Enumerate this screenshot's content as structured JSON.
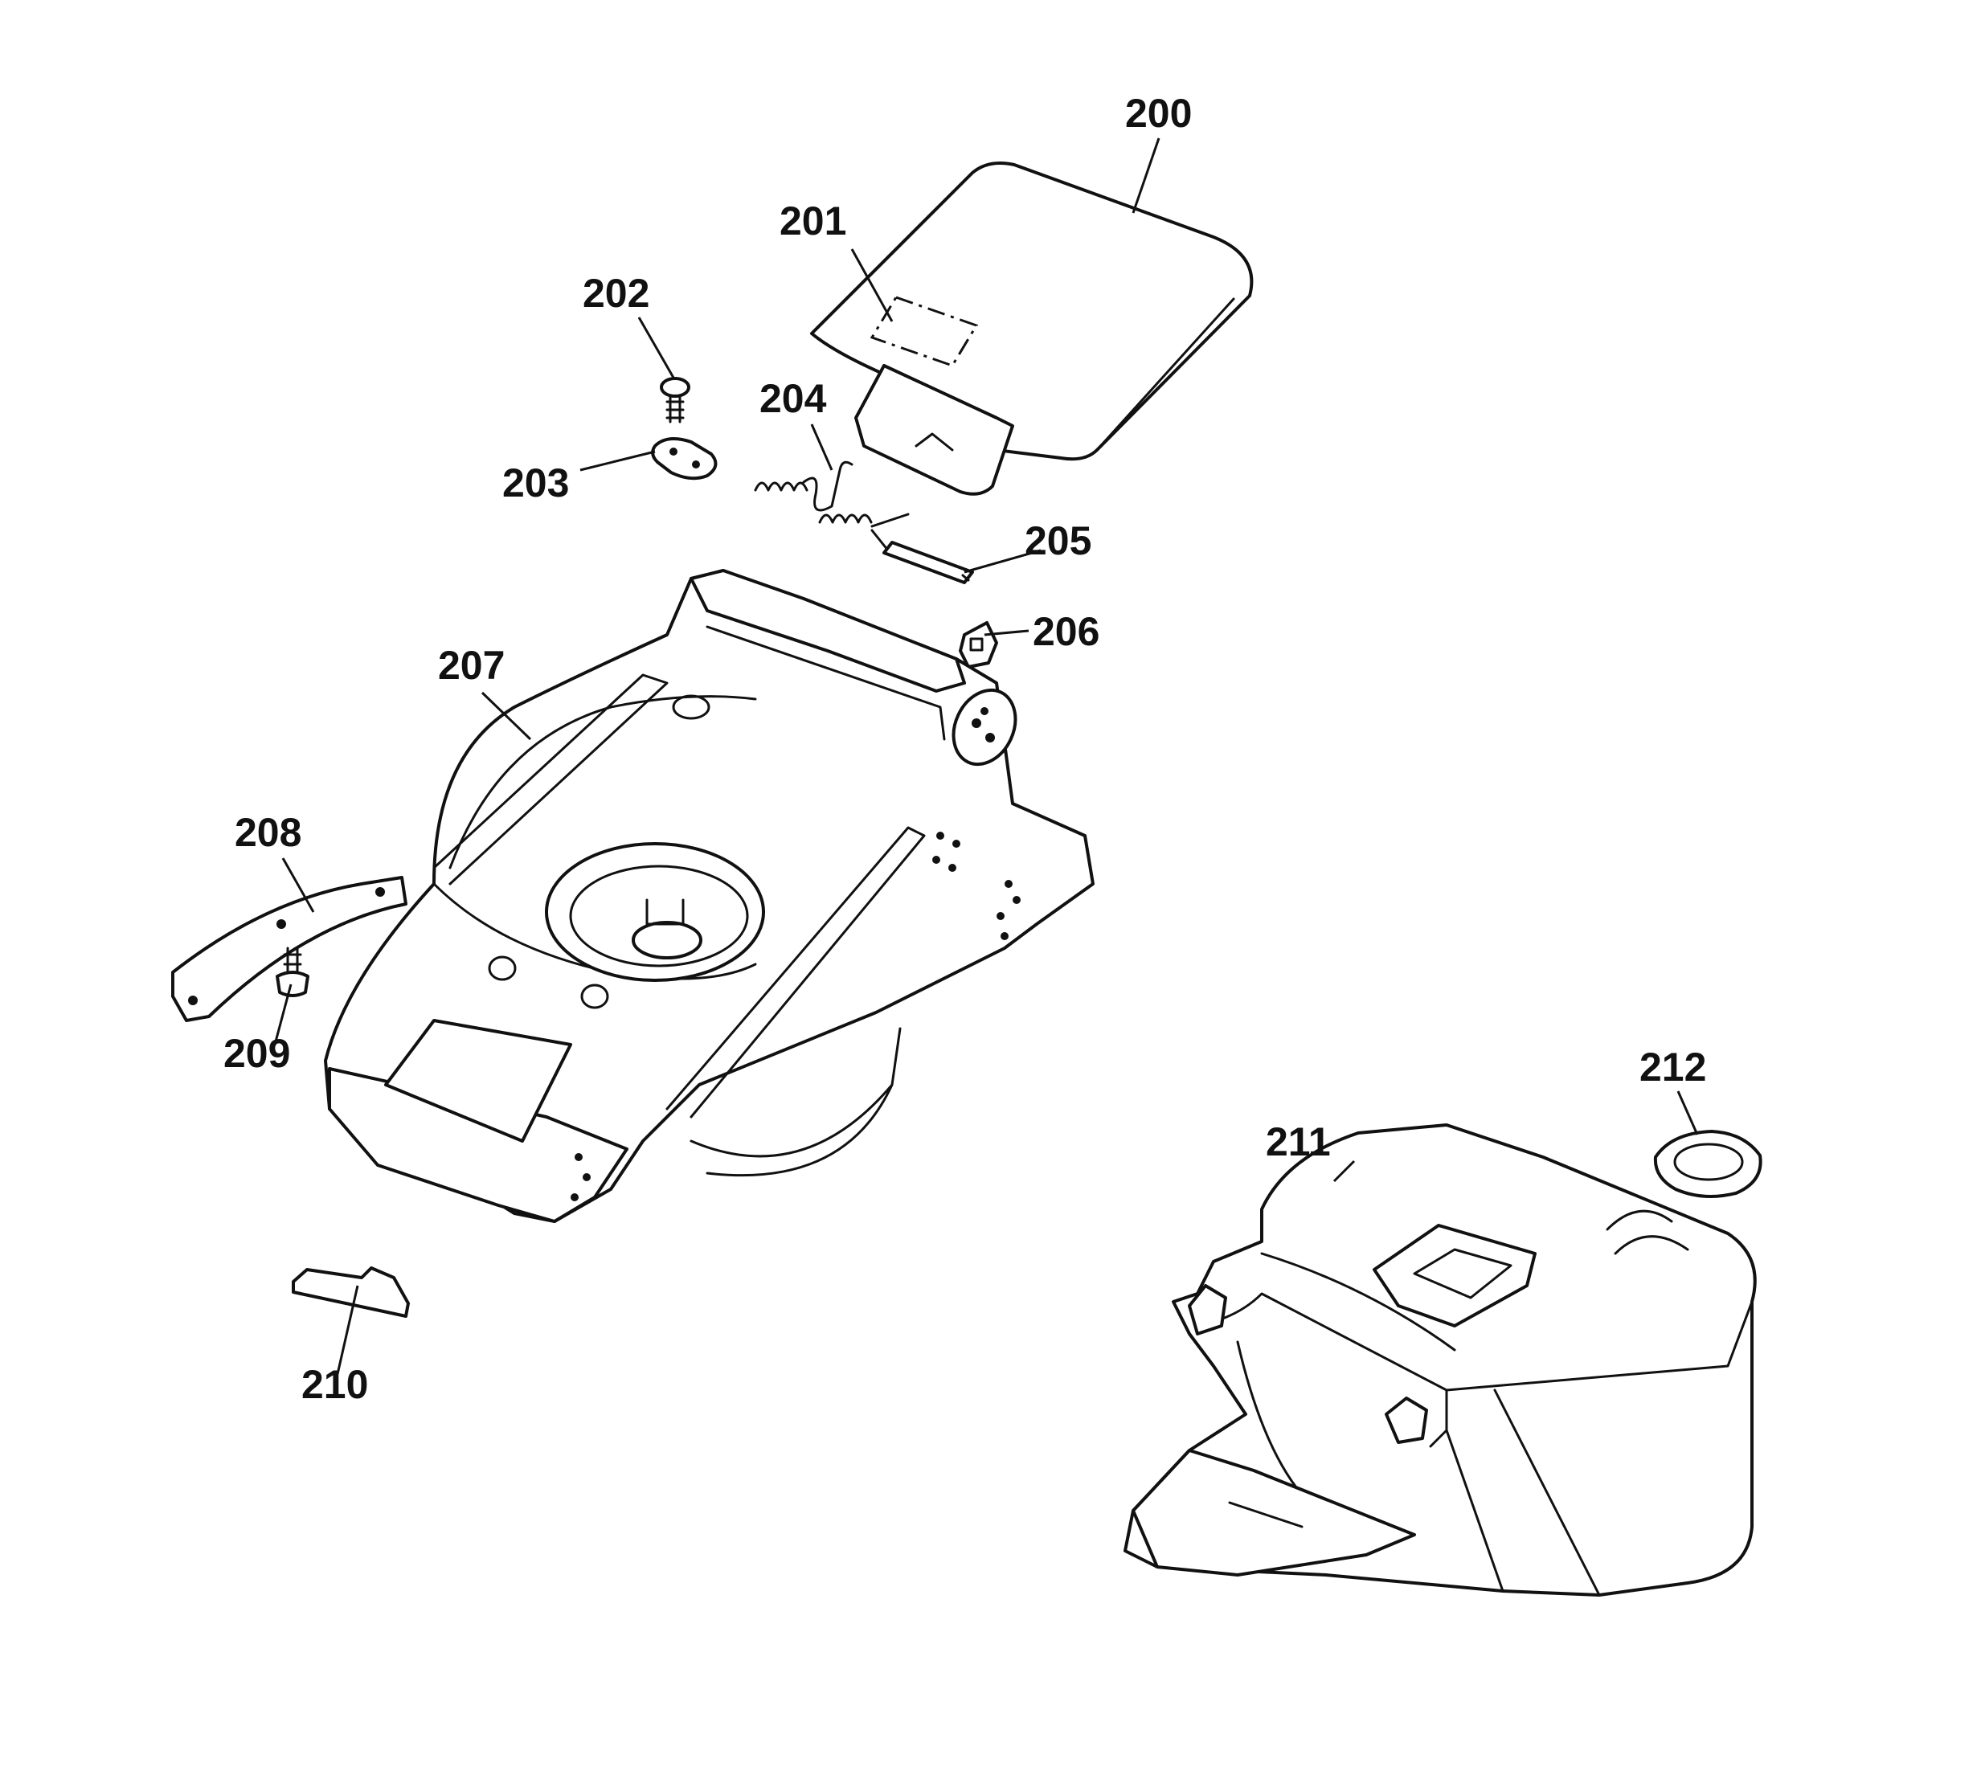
{
  "callouts": {
    "c200": "200",
    "c201": "201",
    "c202": "202",
    "c203": "203",
    "c204": "204",
    "c205": "205",
    "c206": "206",
    "c207": "207",
    "c208": "208",
    "c209": "209",
    "c210": "210",
    "c211": "211",
    "c212": "212"
  }
}
